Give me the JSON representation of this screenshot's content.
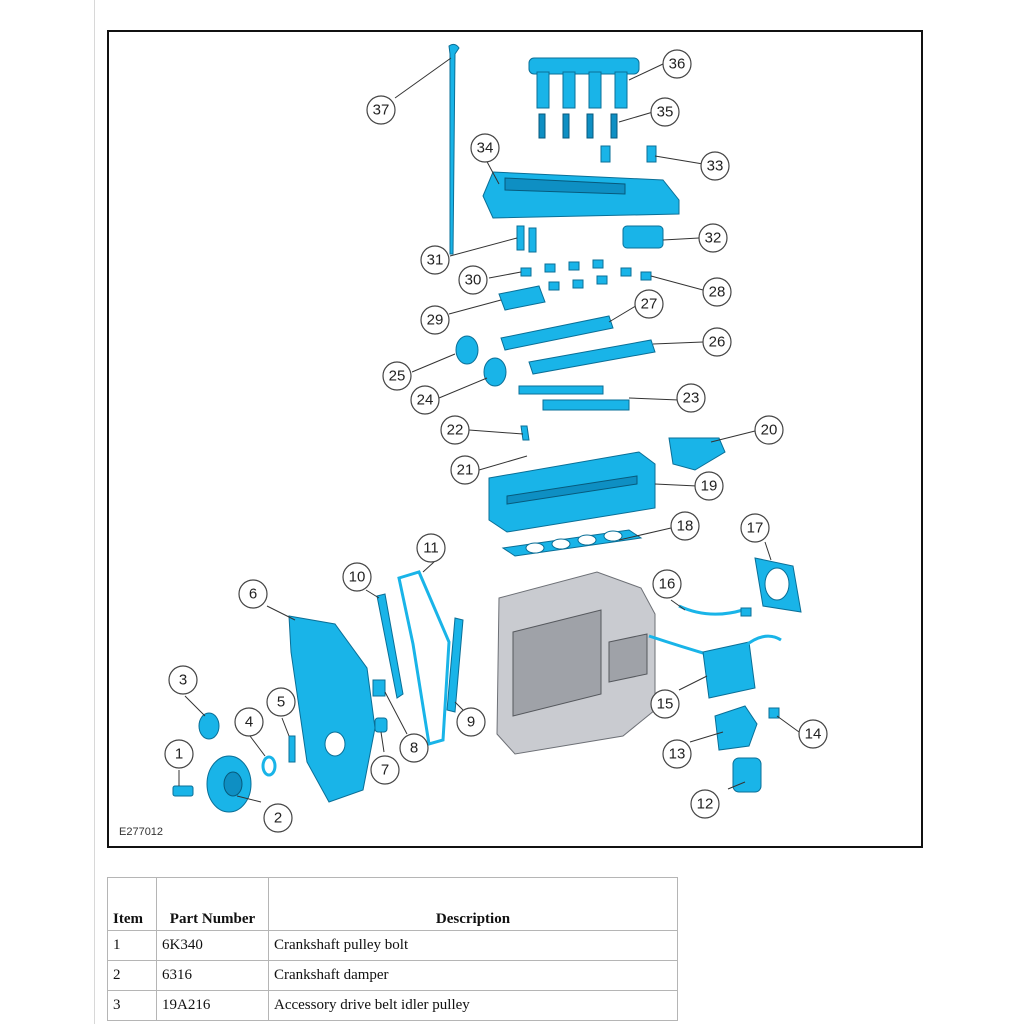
{
  "figure": {
    "code": "E277012",
    "callouts": [
      "1",
      "2",
      "3",
      "4",
      "5",
      "6",
      "7",
      "8",
      "9",
      "10",
      "11",
      "12",
      "13",
      "14",
      "15",
      "16",
      "17",
      "18",
      "19",
      "20",
      "21",
      "22",
      "23",
      "24",
      "25",
      "26",
      "27",
      "28",
      "29",
      "30",
      "31",
      "32",
      "33",
      "34",
      "35",
      "36",
      "37"
    ]
  },
  "table": {
    "headers": {
      "item": "Item",
      "part_number": "Part Number",
      "description": "Description"
    },
    "rows": [
      {
        "item": "1",
        "part_number": "6K340",
        "description": "Crankshaft pulley bolt"
      },
      {
        "item": "2",
        "part_number": "6316",
        "description": "Crankshaft damper"
      },
      {
        "item": "3",
        "part_number": "19A216",
        "description": "Accessory drive belt idler pulley"
      }
    ]
  },
  "colors": {
    "part": "#19b4e8",
    "block": "#c9cbd0",
    "frame": "#111111"
  }
}
